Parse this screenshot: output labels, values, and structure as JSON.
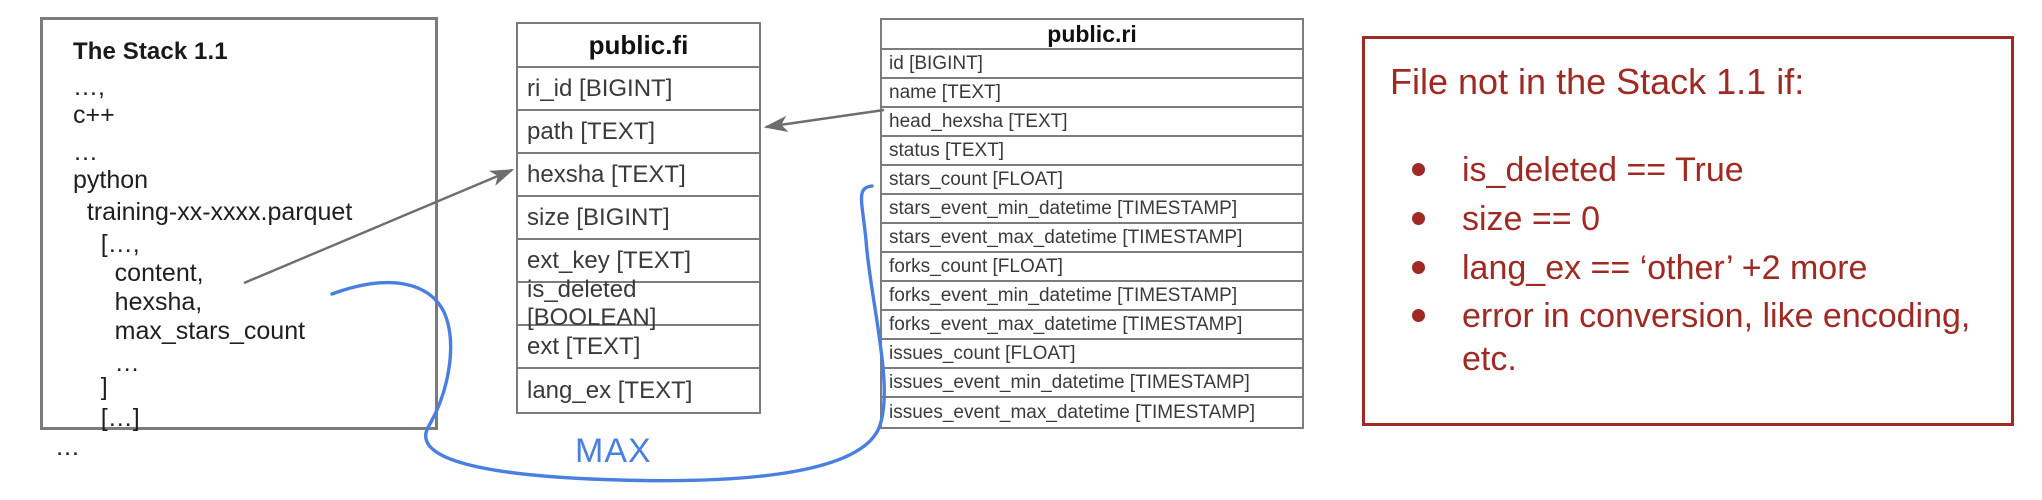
{
  "stack_box": {
    "title": "The Stack 1.1",
    "lines": [
      "…,",
      "c++",
      "…",
      "python",
      "  training-xx-xxxx.parquet",
      "    […,",
      "      content,",
      "      hexsha,",
      "      max_stars_count",
      "      …",
      "    ]",
      "    […]",
      "…"
    ]
  },
  "tables": [
    {
      "name": "public.fi",
      "columns": [
        "ri_id [BIGINT]",
        "path [TEXT]",
        "hexsha [TEXT]",
        "size [BIGINT]",
        "ext_key [TEXT]",
        "is_deleted [BOOLEAN]",
        "ext [TEXT]",
        "lang_ex [TEXT]"
      ]
    },
    {
      "name": "public.ri",
      "columns": [
        "id [BIGINT]",
        "name [TEXT]",
        "head_hexsha [TEXT]",
        "status [TEXT]",
        "stars_count [FLOAT]",
        "stars_event_min_datetime [TIMESTAMP]",
        "stars_event_max_datetime [TIMESTAMP]",
        "forks_count [FLOAT]",
        "forks_event_min_datetime [TIMESTAMP]",
        "forks_event_max_datetime [TIMESTAMP]",
        "issues_count [FLOAT]",
        "issues_event_min_datetime [TIMESTAMP]",
        "issues_event_max_datetime [TIMESTAMP]"
      ]
    }
  ],
  "annotations": {
    "max_label": "MAX"
  },
  "callout": {
    "title": "File not in the Stack 1.1 if:",
    "items": [
      "is_deleted == True",
      "size == 0",
      "lang_ex == ‘other’ +2 more",
      "error in conversion, like encoding, etc."
    ]
  },
  "colors": {
    "callout_red": "#9e2a23",
    "connector_blue": "#4a7fe0",
    "border_gray": "#7c7c7c"
  }
}
